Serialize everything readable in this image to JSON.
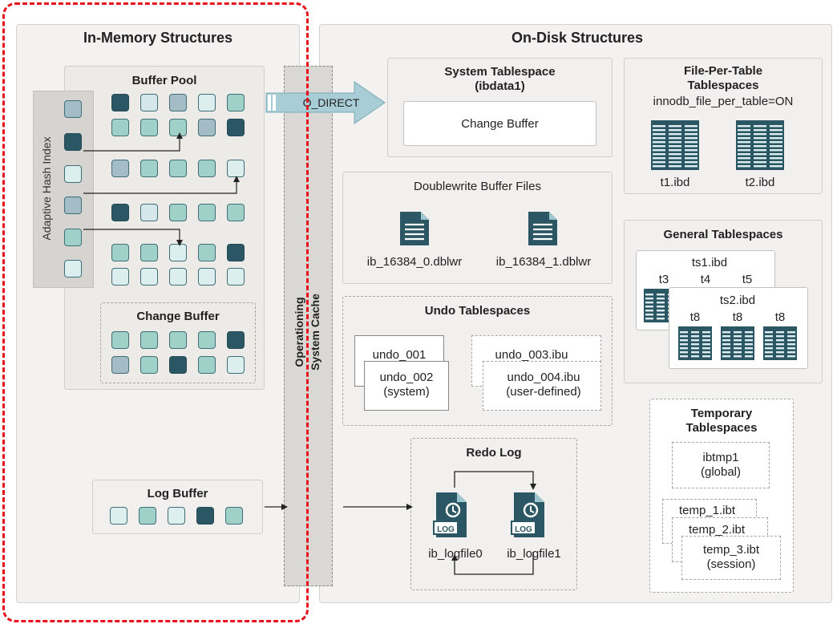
{
  "in_memory": {
    "title": "In-Memory Structures",
    "buffer_pool": {
      "title": "Buffer Pool",
      "rows": [
        [
          "dark",
          "light",
          "gray",
          "pale",
          "mid"
        ],
        [
          "mid",
          "mid",
          "mid",
          "gray",
          "dark"
        ],
        [
          "gray",
          "mid",
          "mid",
          "mid",
          "pale"
        ],
        [
          "dark",
          "light",
          "mid",
          "mid",
          "mid"
        ],
        [
          "mid",
          "mid",
          "pale",
          "mid",
          "dark"
        ],
        [
          "pale",
          "pale",
          "pale",
          "pale",
          "pale"
        ]
      ]
    },
    "adaptive_hash_index": {
      "label": "Adaptive Hash Index",
      "cells": [
        "gray",
        "dark",
        "pale",
        "gray",
        "mid",
        "pale"
      ]
    },
    "change_buffer": {
      "title": "Change Buffer",
      "rows": [
        [
          "mid",
          "mid",
          "mid",
          "mid",
          "dark"
        ],
        [
          "gray",
          "mid",
          "dark",
          "mid",
          "pale"
        ]
      ]
    },
    "log_buffer": {
      "title": "Log Buffer",
      "cells": [
        "pale",
        "mid",
        "pale",
        "dark",
        "mid"
      ]
    }
  },
  "os_cache": {
    "label_line1": "Operationing",
    "label_line2": "System Cache",
    "o_direct": "O_DIRECT"
  },
  "on_disk": {
    "title": "On-Disk Structures",
    "system_tablespace": {
      "title_line1": "System Tablespace",
      "title_line2": "(ibdata1)",
      "change_buffer": "Change Buffer"
    },
    "file_per_table": {
      "title_line1": "File-Per-Table",
      "title_line2": "Tablespaces",
      "setting": "innodb_file_per_table=ON",
      "files": [
        "t1.ibd",
        "t2.ibd"
      ]
    },
    "doublewrite": {
      "title": "Doublewrite Buffer Files",
      "files": [
        "ib_16384_0.dblwr",
        "ib_16384_1.dblwr"
      ]
    },
    "general_tablespaces": {
      "title": "General Tablespaces",
      "ts1": {
        "name": "ts1.ibd",
        "tables": [
          "t3",
          "t4",
          "t5"
        ]
      },
      "ts2": {
        "name": "ts2.ibd",
        "tables": [
          "t8",
          "t8",
          "t8"
        ]
      }
    },
    "undo_tablespaces": {
      "title": "Undo Tablespaces",
      "undo_001": "undo_001",
      "undo_002": "undo_002",
      "undo_002_sub": "(system)",
      "undo_003": "undo_003.ibu",
      "undo_004": "undo_004.ibu",
      "undo_004_sub": "(user-defined)"
    },
    "temporary_tablespaces": {
      "title_line1": "Temporary",
      "title_line2": "Tablespaces",
      "ibtmp1": "ibtmp1",
      "ibtmp1_sub": "(global)",
      "temp_1": "temp_1.ibt",
      "temp_2": "temp_2.ibt",
      "temp_3": "temp_3.ibt",
      "temp_3_sub": "(session)"
    },
    "redo_log": {
      "title": "Redo Log",
      "icon_label": "LOG",
      "files": [
        "ib_logfile0",
        "ib_logfile1"
      ]
    }
  },
  "colors": {
    "dark_teal": "#2b5663",
    "mid_teal": "#9fd1c8",
    "highlight_red": "#e8101c",
    "panel_bg": "#f3f2f0"
  }
}
